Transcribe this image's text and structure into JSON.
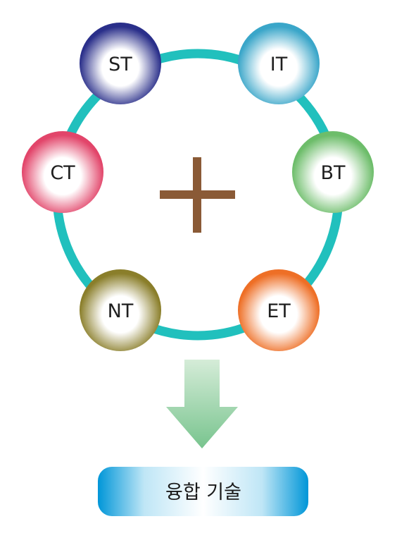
{
  "colors": {
    "ring": "#21c0bd",
    "plus": "#8a5a36",
    "arrow_light": "#cfe9d3",
    "arrow_dark": "#7fc894",
    "result_edge": "#0096d8"
  },
  "center": {
    "icon": "plus-icon"
  },
  "nodes": [
    {
      "label": "ST",
      "color": "#2a2f8a"
    },
    {
      "label": "IT",
      "color": "#3aa6c9"
    },
    {
      "label": "BT",
      "color": "#6dbd6a"
    },
    {
      "label": "ET",
      "color": "#ee6f26"
    },
    {
      "label": "NT",
      "color": "#8a7e2a"
    },
    {
      "label": "CT",
      "color": "#e2456a"
    }
  ],
  "result": {
    "label": "융합 기술",
    "icon": "arrow-down-icon"
  }
}
